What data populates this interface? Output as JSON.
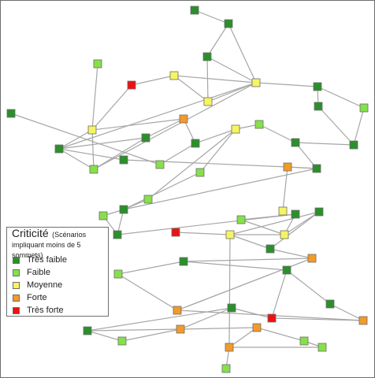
{
  "legend": {
    "title": "Criticité",
    "subtitle": "(Scénarios impliquant moins de 5 sommets)",
    "items": [
      {
        "label": "Très faible",
        "level": "tres-faible"
      },
      {
        "label": "Faible",
        "level": "faible"
      },
      {
        "label": "Moyenne",
        "level": "moyenne"
      },
      {
        "label": "Forte",
        "level": "forte"
      },
      {
        "label": "Très forte",
        "level": "tres-forte"
      }
    ]
  },
  "colors": {
    "tres-faible": "#2b8f2b",
    "faible": "#86e04a",
    "moyenne": "#f5f562",
    "forte": "#f39a2a",
    "tres-forte": "#ee1111"
  },
  "nodes": [
    {
      "id": "n1",
      "level": "tres-faible"
    },
    {
      "id": "n2",
      "level": "tres-faible"
    },
    {
      "id": "n3",
      "level": "tres-faible"
    },
    {
      "id": "n4",
      "level": "faible"
    },
    {
      "id": "n5",
      "level": "tres-forte"
    },
    {
      "id": "n6",
      "level": "moyenne"
    },
    {
      "id": "n7",
      "level": "moyenne"
    },
    {
      "id": "n8",
      "level": "moyenne"
    },
    {
      "id": "n9",
      "level": "moyenne"
    },
    {
      "id": "n10",
      "level": "tres-faible"
    },
    {
      "id": "n11",
      "level": "faible"
    },
    {
      "id": "n12",
      "level": "tres-faible"
    },
    {
      "id": "n13",
      "level": "tres-faible"
    },
    {
      "id": "n14",
      "level": "tres-faible"
    },
    {
      "id": "n15",
      "level": "faible"
    },
    {
      "id": "n16",
      "level": "forte"
    },
    {
      "id": "n17",
      "level": "tres-faible"
    },
    {
      "id": "n18",
      "level": "tres-faible"
    },
    {
      "id": "n19",
      "level": "tres-faible"
    },
    {
      "id": "n20",
      "level": "moyenne"
    },
    {
      "id": "n21",
      "level": "faible"
    },
    {
      "id": "n22",
      "level": "tres-faible"
    },
    {
      "id": "n23",
      "level": "forte"
    },
    {
      "id": "n24",
      "level": "tres-faible"
    },
    {
      "id": "n25",
      "level": "tres-faible"
    },
    {
      "id": "n26",
      "level": "faible"
    },
    {
      "id": "n27",
      "level": "faible"
    },
    {
      "id": "n28",
      "level": "moyenne"
    },
    {
      "id": "n29",
      "level": "faible"
    },
    {
      "id": "n30",
      "level": "tres-faible"
    },
    {
      "id": "n31",
      "level": "faible"
    },
    {
      "id": "n32",
      "level": "tres-faible"
    },
    {
      "id": "n33",
      "level": "tres-faible"
    },
    {
      "id": "n34",
      "level": "faible"
    },
    {
      "id": "n35",
      "level": "moyenne"
    },
    {
      "id": "n36",
      "level": "moyenne"
    },
    {
      "id": "n37",
      "level": "tres-faible"
    },
    {
      "id": "n38",
      "level": "tres-forte"
    },
    {
      "id": "n39",
      "level": "tres-faible"
    },
    {
      "id": "n40",
      "level": "forte"
    },
    {
      "id": "n41",
      "level": "tres-faible"
    },
    {
      "id": "n42",
      "level": "faible"
    },
    {
      "id": "n43",
      "level": "tres-faible"
    },
    {
      "id": "n44",
      "level": "tres-faible"
    },
    {
      "id": "n45",
      "level": "forte"
    },
    {
      "id": "n46",
      "level": "forte"
    },
    {
      "id": "n47",
      "level": "tres-forte"
    },
    {
      "id": "n48",
      "level": "tres-faible"
    },
    {
      "id": "n49",
      "level": "tres-faible"
    },
    {
      "id": "n50",
      "level": "faible"
    },
    {
      "id": "n51",
      "level": "forte"
    },
    {
      "id": "n52",
      "level": "forte"
    },
    {
      "id": "n53",
      "level": "faible"
    },
    {
      "id": "n54",
      "level": "faible"
    },
    {
      "id": "n55",
      "level": "forte"
    },
    {
      "id": "n56",
      "level": "faible"
    }
  ],
  "edges": [
    [
      "n1",
      "n2"
    ],
    [
      "n2",
      "n3"
    ],
    [
      "n2",
      "n8"
    ],
    [
      "n3",
      "n8"
    ],
    [
      "n3",
      "n7"
    ],
    [
      "n5",
      "n6"
    ],
    [
      "n5",
      "n9"
    ],
    [
      "n6",
      "n7"
    ],
    [
      "n6",
      "n8"
    ],
    [
      "n7",
      "n8"
    ],
    [
      "n8",
      "n10"
    ],
    [
      "n8",
      "n13"
    ],
    [
      "n8",
      "n11"
    ],
    [
      "n13",
      "n14"
    ],
    [
      "n13",
      "n15"
    ],
    [
      "n14",
      "n17"
    ],
    [
      "n15",
      "n17"
    ],
    [
      "n17",
      "n22"
    ],
    [
      "n4",
      "n9"
    ],
    [
      "n9",
      "n10"
    ],
    [
      "n9",
      "n11"
    ],
    [
      "n9",
      "n16"
    ],
    [
      "n10",
      "n11"
    ],
    [
      "n10",
      "n12"
    ],
    [
      "n11",
      "n12"
    ],
    [
      "n12",
      "n16"
    ],
    [
      "n10",
      "n24"
    ],
    [
      "n16",
      "n19"
    ],
    [
      "n19",
      "n20"
    ],
    [
      "n20",
      "n27"
    ],
    [
      "n20",
      "n29"
    ],
    [
      "n27",
      "n30"
    ],
    [
      "n19",
      "n26"
    ],
    [
      "n18",
      "n26"
    ],
    [
      "n20",
      "n21"
    ],
    [
      "n21",
      "n22"
    ],
    [
      "n22",
      "n25"
    ],
    [
      "n23",
      "n25"
    ],
    [
      "n23",
      "n28"
    ],
    [
      "n24",
      "n23"
    ],
    [
      "n25",
      "n23"
    ],
    [
      "n25",
      "n30"
    ],
    [
      "n29",
      "n30"
    ],
    [
      "n30",
      "n31"
    ],
    [
      "n30",
      "n32"
    ],
    [
      "n31",
      "n32"
    ],
    [
      "n32",
      "n33"
    ],
    [
      "n33",
      "n34"
    ],
    [
      "n33",
      "n35"
    ],
    [
      "n34",
      "n35"
    ],
    [
      "n35",
      "n36"
    ],
    [
      "n35",
      "n37"
    ],
    [
      "n36",
      "n37"
    ],
    [
      "n36",
      "n38"
    ],
    [
      "n36",
      "n39"
    ],
    [
      "n37",
      "n39"
    ],
    [
      "n39",
      "n40"
    ],
    [
      "n40",
      "n41"
    ],
    [
      "n40",
      "n45"
    ],
    [
      "n41",
      "n42"
    ],
    [
      "n41",
      "n43"
    ],
    [
      "n42",
      "n45"
    ],
    [
      "n43",
      "n44"
    ],
    [
      "n43",
      "n47"
    ],
    [
      "n44",
      "n46"
    ],
    [
      "n45",
      "n46"
    ],
    [
      "n46",
      "n47"
    ],
    [
      "n47",
      "n48"
    ],
    [
      "n48",
      "n49"
    ],
    [
      "n48",
      "n51"
    ],
    [
      "n49",
      "n50"
    ],
    [
      "n49",
      "n51"
    ],
    [
      "n50",
      "n51"
    ],
    [
      "n51",
      "n52"
    ],
    [
      "n52",
      "n53"
    ],
    [
      "n52",
      "n55"
    ],
    [
      "n53",
      "n54"
    ],
    [
      "n54",
      "n55"
    ],
    [
      "n55",
      "n56"
    ],
    [
      "n55",
      "n36"
    ],
    [
      "n45",
      "n40"
    ]
  ]
}
